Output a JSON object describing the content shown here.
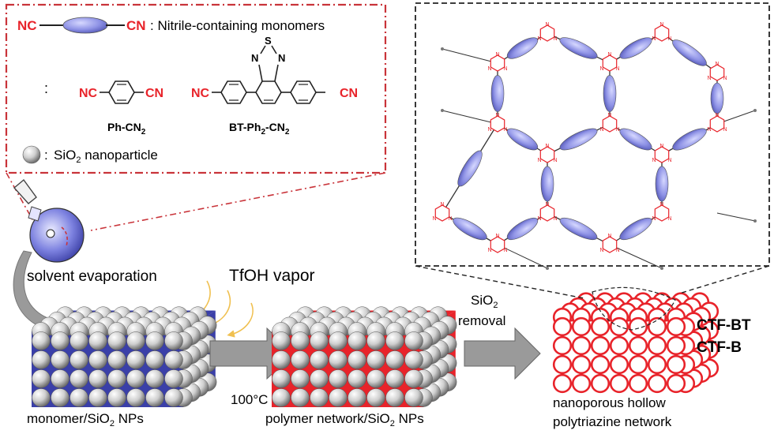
{
  "legend": {
    "nc_left": "NC",
    "cn_right": "CN",
    "monomer_desc": ": Nitrile-containing  monomers",
    "colon": ":",
    "ph_nc": "NC",
    "ph_cn": "CN",
    "bt_nc": "NC",
    "bt_cn": "CN",
    "bt_s": "S",
    "bt_n_left": "N",
    "bt_n_right": "N",
    "ph_label_main": "Ph-CN",
    "ph_label_sub": "2",
    "bt_label_main": "BT-Ph",
    "bt_label_sub1": "2",
    "bt_label_mid": "-CN",
    "bt_label_sub2": "2",
    "sio2_colon": ":",
    "sio2_pre": "SiO",
    "sio2_sub": "2",
    "sio2_post": " nanoparticle"
  },
  "process": {
    "solvent": "solvent  evaporation",
    "tfoh": "TfOH vapor",
    "temp": "100°C",
    "removal_pre": "SiO",
    "removal_sub": "2",
    "removal_post": "removal",
    "block1_pre": "monomer/SiO",
    "block1_sub": "2",
    "block1_post": " NPs",
    "block2_pre": "polymer network/SiO",
    "block2_sub": "2",
    "block2_post": " NPs",
    "final_line1": "nanoporous hollow",
    "final_line2": "polytriazine network",
    "ctf_bt": "CTF-BT",
    "ctf_b": "CTF-B"
  },
  "network": {
    "triazine_atom": "N"
  },
  "colors": {
    "accent_red": "#e8232a",
    "ellipse_blue": "#8f93e6",
    "arrow_gray": "#9a9a9a",
    "sphere_gray": "#c8c8c8"
  }
}
